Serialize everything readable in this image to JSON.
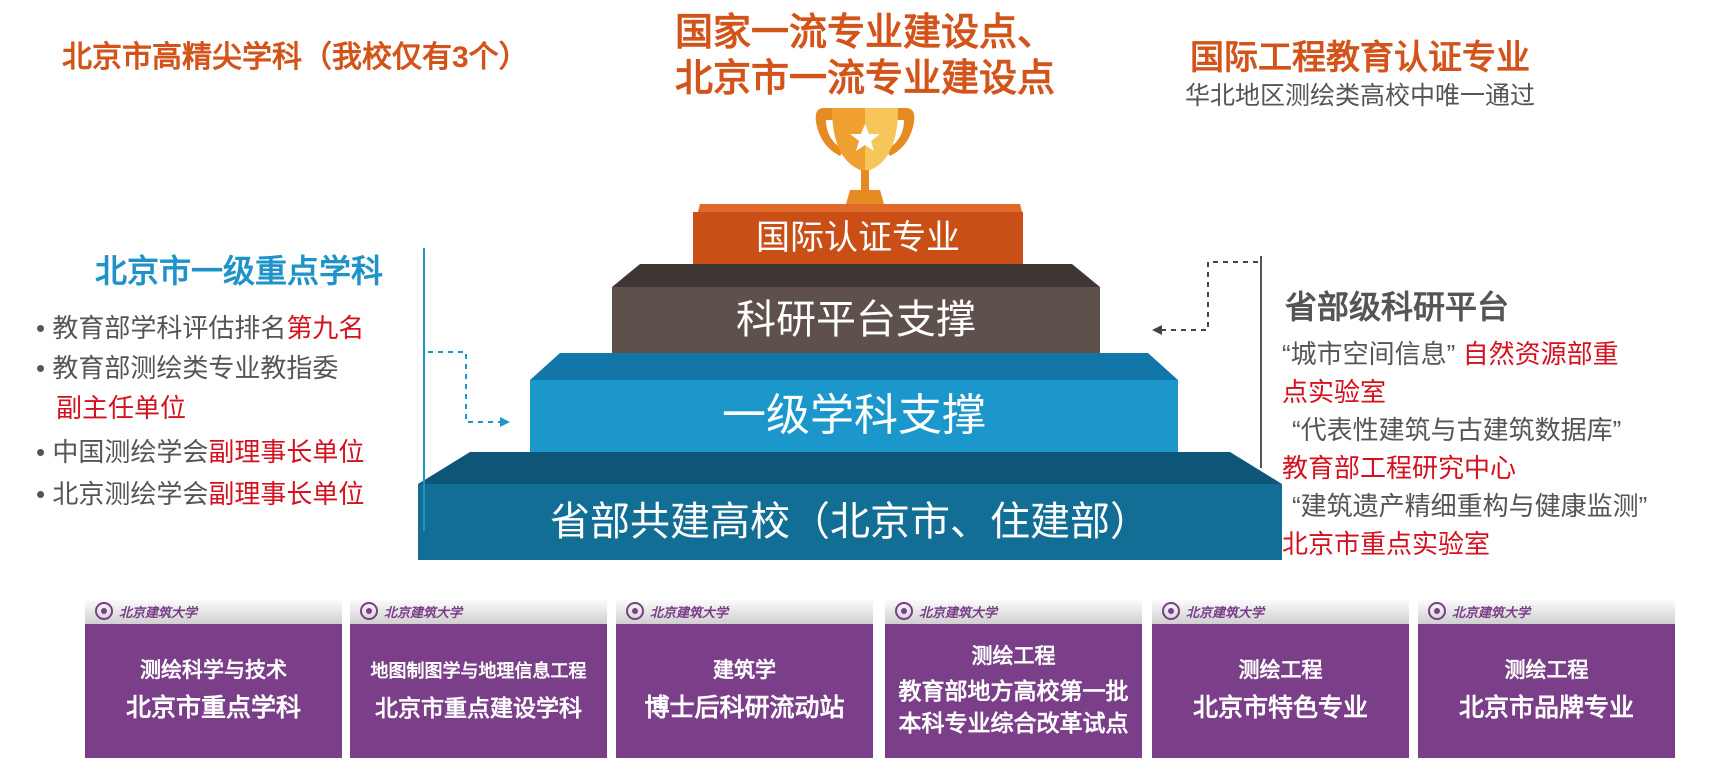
{
  "top": {
    "left_title": "北京市高精尖学科（我校仅有3个）",
    "center_title_line1": "国家一流专业建设点、",
    "center_title_line2": "北京市一流专业建设点",
    "right_title": "国际工程教育认证专业",
    "right_subtitle": "华北地区测绘类高校中唯一通过"
  },
  "pyramid": {
    "steps": [
      {
        "label": "国际认证专业",
        "color": "#c94f17",
        "shade": "#e06a2a"
      },
      {
        "label": "科研平台支撑",
        "color": "#5e514c",
        "shade": "#3f3633"
      },
      {
        "label": "一级学科支撑",
        "color": "#1c97cc",
        "shade": "#1277a8"
      },
      {
        "label": "省部共建高校（北京市、住建部）",
        "color": "#136e95",
        "shade": "#0d5677"
      }
    ],
    "trophy_colors": {
      "cup": "#f0a030",
      "cup_light": "#f7c65a",
      "star": "#ffffff"
    }
  },
  "left": {
    "heading": "北京市一级重点学科",
    "items": [
      {
        "bullet": "•",
        "text": "教育部学科评估排名",
        "highlight": "第九名"
      },
      {
        "bullet": "•",
        "text": "教育部测绘类专业教指委",
        "highlight": ""
      },
      {
        "bullet": "",
        "text": "",
        "highlight": "副主任单位"
      },
      {
        "bullet": "•",
        "text": "中国测绘学会",
        "highlight": "副理事长单位"
      },
      {
        "bullet": "•",
        "text": "北京测绘学会",
        "highlight": "副理事长单位"
      }
    ]
  },
  "right": {
    "heading": "省部级科研平台",
    "items": [
      {
        "text": "“城市空间信息”",
        "highlight": "自然资源部重"
      },
      {
        "text": "",
        "highlight": "点实验室"
      },
      {
        "text": "“代表性建筑与古建筑数据库”",
        "highlight": ""
      },
      {
        "text": "",
        "highlight": "教育部工程研究中心"
      },
      {
        "text": "“建筑遗产精细重构与健康监测”",
        "highlight": ""
      },
      {
        "text": "",
        "highlight": "北京市重点实验室"
      }
    ]
  },
  "cards": {
    "school_name": "北京建筑大学",
    "items": [
      {
        "line1": "测绘科学与技术",
        "line2": "北京市重点学科",
        "line3": ""
      },
      {
        "line1": "地图制图学与地理信息工程",
        "line2": "北京市重点建设学科",
        "line3": ""
      },
      {
        "line1": "建筑学",
        "line2": "博士后科研流动站",
        "line3": ""
      },
      {
        "line1": "测绘工程",
        "line2": "教育部地方高校第一批",
        "line3": "本科专业综合改革试点"
      },
      {
        "line1": "测绘工程",
        "line2": "北京市特色专业",
        "line3": ""
      },
      {
        "line1": "测绘工程",
        "line2": "北京市品牌专业",
        "line3": ""
      }
    ],
    "color": "#7b3e88"
  }
}
